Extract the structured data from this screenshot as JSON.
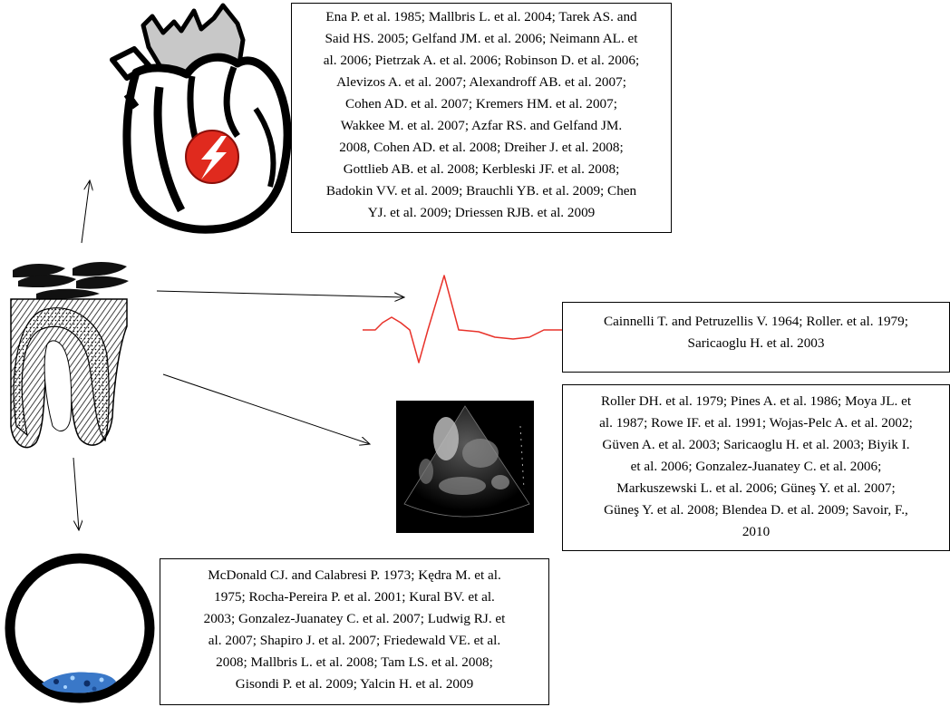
{
  "references": {
    "cardiovascular": "Ena P. et al. 1985; Mallbris L. et al. 2004; Tarek AS. and\nSaid HS. 2005; Gelfand JM. et al. 2006; Neimann AL. et\nal. 2006; Pietrzak A. et al. 2006; Robinson D. et al. 2006;\nAlevizos A. et al. 2007; Alexandroff AB. et al. 2007;\nCohen AD. et al. 2007; Kremers HM. et al. 2007;\nWakkee M. et al. 2007; Azfar RS. and Gelfand JM.\n2008, Cohen AD. et al. 2008; Dreiher J. et al. 2008;\nGottlieb AB. et al. 2008; Kerbleski JF. et al. 2008;\nBadokin VV. et al. 2009; Brauchli YB. et al. 2009; Chen\nYJ. et al. 2009; Driessen RJB. et al. 2009",
    "ecg": "Cainnelli T. and Petruzellis V. 1964; Roller. et al. 1979;\nSaricaoglu H. et al. 2003",
    "echocardiography": "Roller DH. et al. 1979; Pines A. et al. 1986; Moya JL. et\nal. 1987; Rowe IF. et al. 1991; Wojas-Pelc A. et al. 2002;\nGüven A. et al. 2003; Saricaoglu H. et al. 2003; Biyik I.\net al. 2006; Gonzalez-Juanatey C. et al. 2006;\nMarkuszewski L. et al. 2006; Güneş Y. et al. 2007;\nGüneş Y. et al. 2008; Blendea D. et al. 2009; Savoir, F.,\n2010",
    "vascular": "McDonald CJ. and Calabresi P. 1973; Kędra M. et al.\n1975; Rocha-Pereira P. et al. 2001; Kural BV. et al.\n2003; Gonzalez-Juanatey C. et al. 2007; Ludwig RJ. et\nal. 2007; Shapiro J. et al. 2007; Friedewald VE. et al.\n2008; Mallbris L. et al. 2008; Tam LS. et al. 2008;\nGisondi P. et al. 2009; Yalcin H. et al. 2009"
  },
  "colors": {
    "ecg_trace": "#e8322a",
    "lightning_badge": "#e02a1e",
    "plaque": "#3a78c8",
    "aorta": "#c8c8c8"
  },
  "icons": [
    "heart-illustration",
    "psoriatic-skin-illustration",
    "ecg-trace",
    "echocardiogram-image",
    "vessel-cross-section"
  ]
}
